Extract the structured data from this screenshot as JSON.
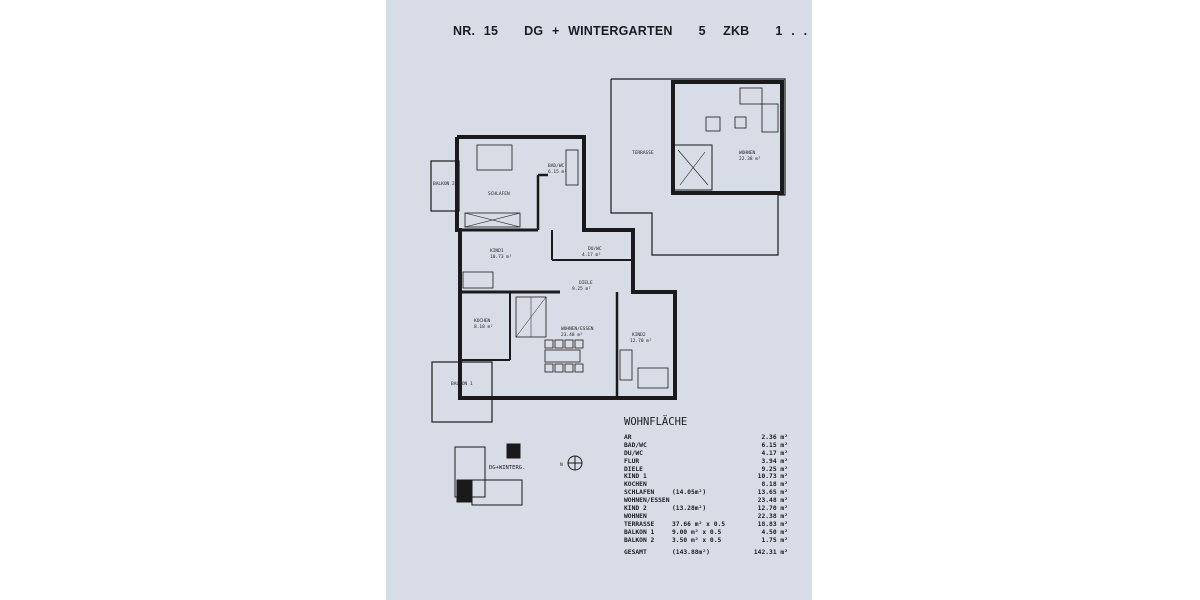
{
  "title": "NR. 15   DG + WINTERGARTEN   5  ZKB   1 . .",
  "plan_labels": {
    "balkon2": "BALKON 2",
    "schlafen": "SCHLAFEN",
    "bad": "BAD/WC",
    "bad_area": "6.15 m²",
    "kind1": "KIND1",
    "kind1_area": "10.73 m²",
    "duwc": "DU/WC",
    "duwc_area": "4.17 m²",
    "diele": "DIELE",
    "diele_area": "9.25 m²",
    "kochen": "KOCHEN",
    "kochen_area": "8.18 m²",
    "wohnen_essen": "WOHNEN/ESSEN",
    "wohnen_essen_area": "23.48 m²",
    "kind2": "KIND2",
    "kind2_area": "12.70 m²",
    "balkon1": "BALKON 1",
    "terrasse": "TERRASSE",
    "wohnen": "WOHNEN",
    "wohnen_area": "22.38 m²"
  },
  "keyplan_label": "DG+WINTERG.",
  "compass_label": "N",
  "wohnflaeche": {
    "title": "WOHNFLÄCHE",
    "rows": [
      {
        "name": "AR",
        "note": "",
        "value": "2.36 m²"
      },
      {
        "name": "BAD/WC",
        "note": "",
        "value": "6.15 m²"
      },
      {
        "name": "DU/WC",
        "note": "",
        "value": "4.17 m²"
      },
      {
        "name": "FLUR",
        "note": "",
        "value": "3.94 m²"
      },
      {
        "name": "DIELE",
        "note": "",
        "value": "9.25 m²"
      },
      {
        "name": "KIND 1",
        "note": "",
        "value": "10.73 m²"
      },
      {
        "name": "KOCHEN",
        "note": "",
        "value": "8.18 m²"
      },
      {
        "name": "SCHLAFEN",
        "note": "(14.05m²)",
        "value": "13.65 m²"
      },
      {
        "name": "WOHNEN/ESSEN",
        "note": "",
        "value": "23.48 m²"
      },
      {
        "name": "KIND 2",
        "note": "(13.28m²)",
        "value": "12.70 m²"
      },
      {
        "name": "WOHNEN",
        "note": "",
        "value": "22.38 m²"
      },
      {
        "name": "TERRASSE",
        "note": "37.66 m² x 0.5",
        "value": "18.83 m²"
      },
      {
        "name": "BALKON 1",
        "note": "9.00 m² x 0.5",
        "value": "4.50 m²"
      },
      {
        "name": "BALKON 2",
        "note": "3.50 m² x 0.5",
        "value": "1.75 m²"
      }
    ],
    "total": {
      "name": "GESAMT",
      "note": "(143.88m²)",
      "value": "142.31 m²"
    }
  }
}
